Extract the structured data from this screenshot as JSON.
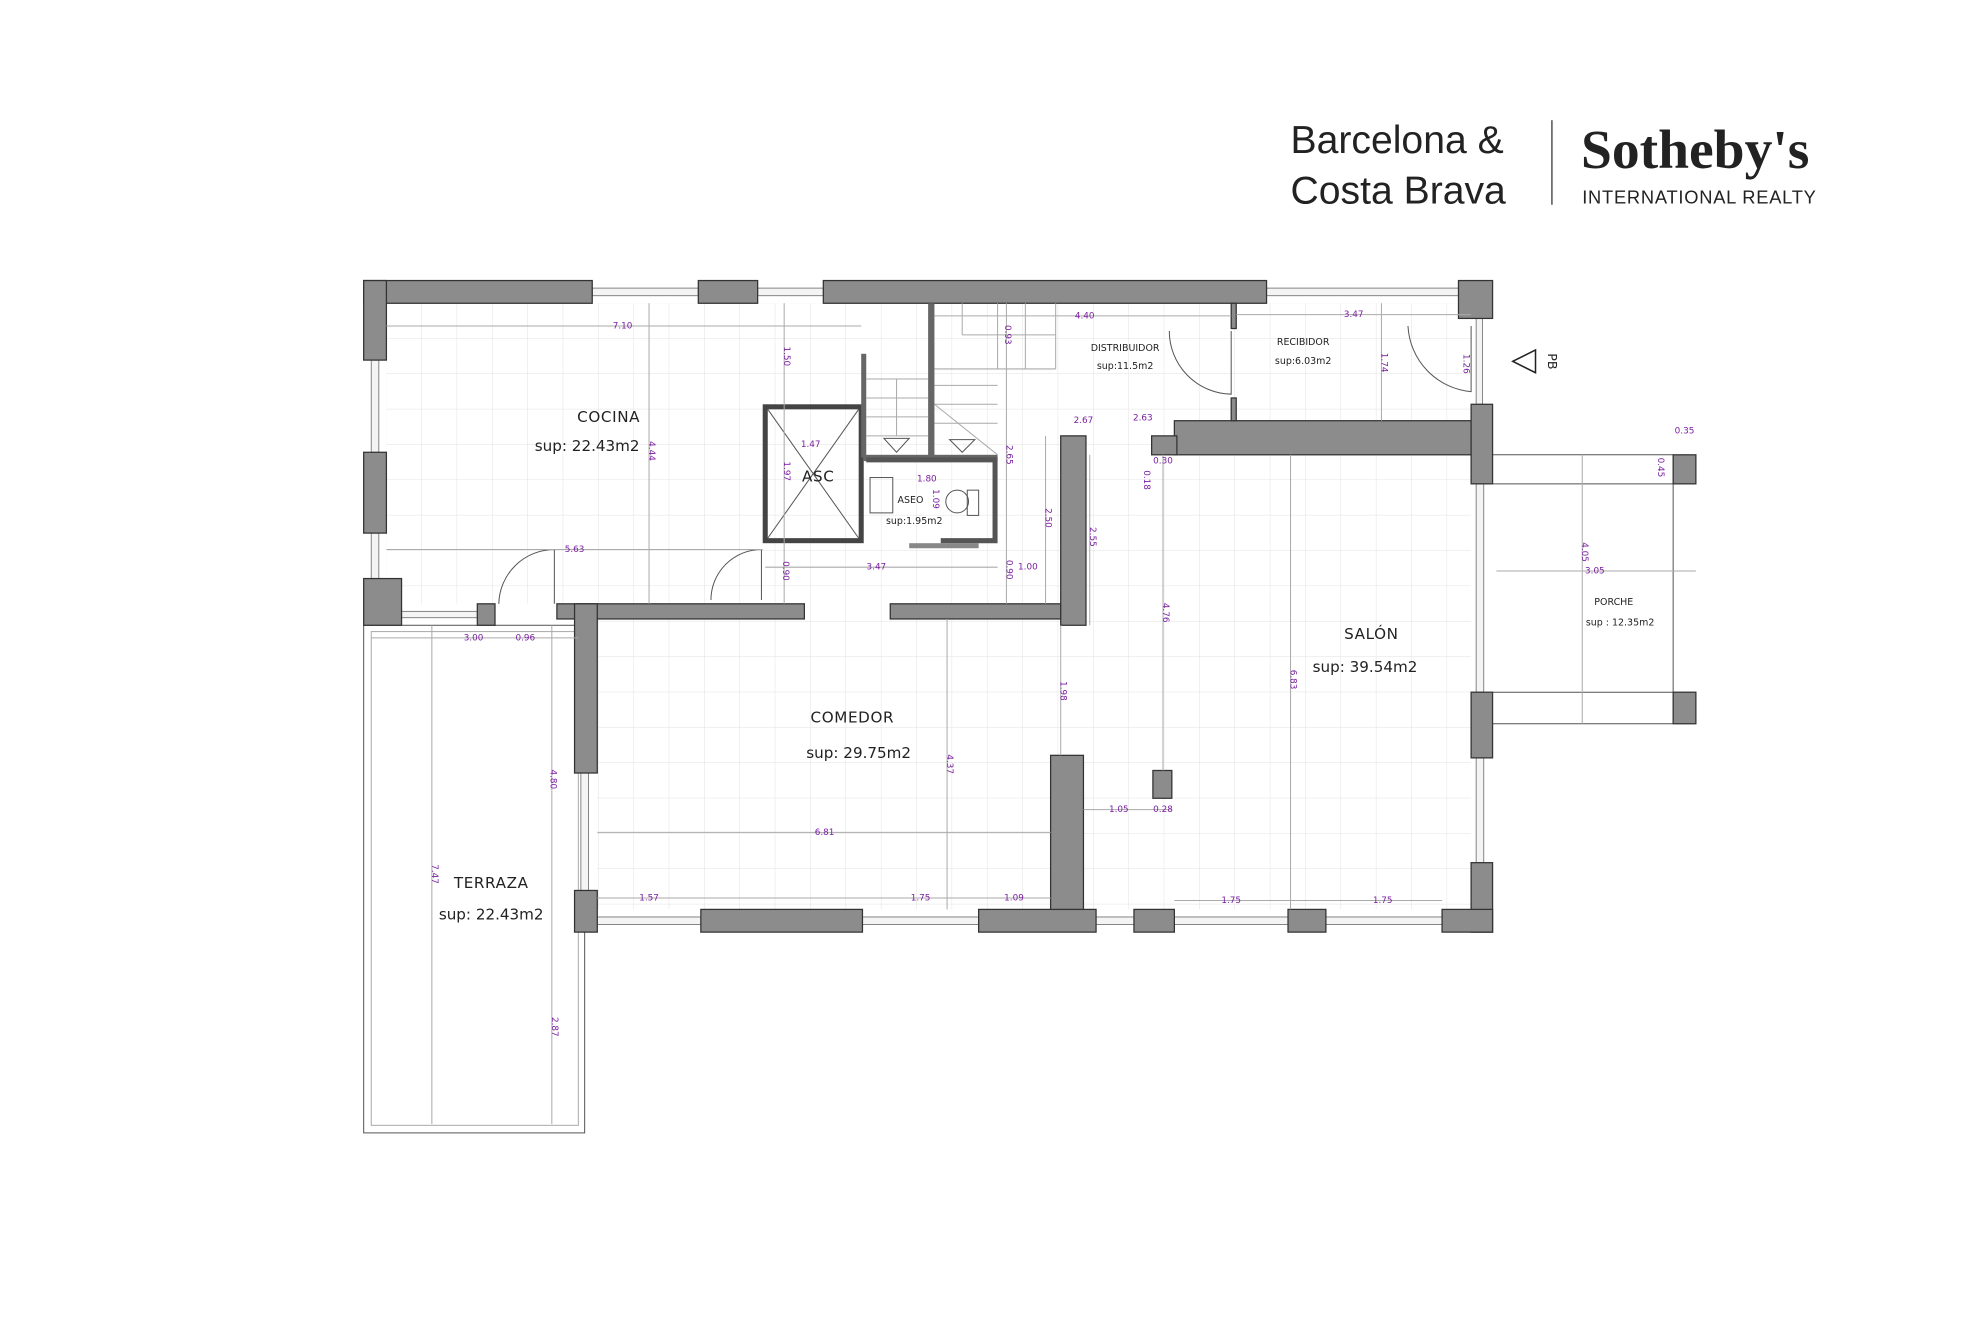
{
  "brand": {
    "line1": "Barcelona &",
    "line2": "Costa Brava",
    "name": "Sotheby's",
    "tagline": "INTERNATIONAL REALTY"
  },
  "level_marker": "PB",
  "rooms": {
    "cocina": {
      "name": "COCINA",
      "area": "sup: 22.43m2"
    },
    "asc": {
      "name": "ASC"
    },
    "aseo": {
      "name": "ASEO",
      "area": "sup:1.95m2"
    },
    "distribuidor": {
      "name": "DISTRIBUIDOR",
      "area": "sup:11.5m2"
    },
    "recibidor": {
      "name": "RECIBIDOR",
      "area": "sup:6.03m2"
    },
    "salon": {
      "name": "SALÓN",
      "area": "sup: 39.54m2"
    },
    "porche": {
      "name": "PORCHE",
      "area": "sup : 12.35m2"
    },
    "comedor": {
      "name": "COMEDOR",
      "area": "sup: 29.75m2"
    },
    "terraza": {
      "name": "TERRAZA",
      "area": "sup: 22.43m2"
    }
  },
  "dims": [
    "7.10",
    "1.50",
    "4.44",
    "1.47",
    "1.97",
    "5.63",
    "0.90",
    "3.47",
    "4.40",
    "0.93",
    "3.47",
    "1.74",
    "1.26",
    "2.67",
    "2.63",
    "0.30",
    "0.18",
    "1.80",
    "1.09",
    "2.65",
    "2.50",
    "2.55",
    "0.90",
    "1.00",
    "4.76",
    "0.35",
    "0.45",
    "4.05",
    "3.05",
    "3.00",
    "0.96",
    "4.80",
    "7.47",
    "2.87",
    "1.98",
    "4.37",
    "6.81",
    "1.57",
    "1.75",
    "1.09",
    "1.05",
    "0.28",
    "6.83",
    "1.75",
    "1.75"
  ],
  "colors": {
    "wall": "#8c8c8c",
    "dimension": "#7a1fa0",
    "grid": "#e2e2e2"
  }
}
